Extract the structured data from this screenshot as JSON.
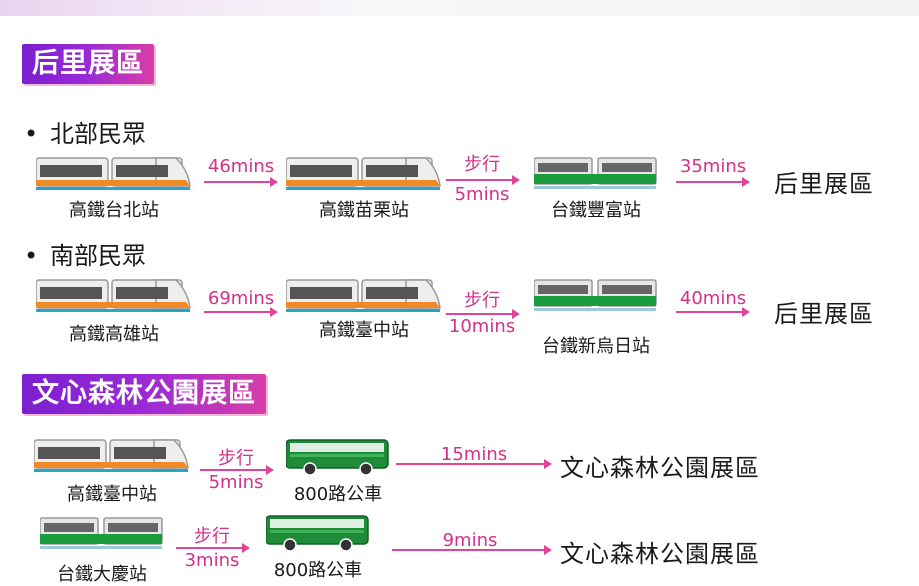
{
  "sections": {
    "houli": {
      "badge": "后里展區",
      "north": {
        "bullet": "北部民眾",
        "from": "高鐵台北站",
        "leg1": "46mins",
        "via": "高鐵苗栗站",
        "walk_label": "步行",
        "walk_time": "5mins",
        "tra": "台鐵豐富站",
        "leg2": "35mins",
        "dest": "后里展區"
      },
      "south": {
        "bullet": "南部民眾",
        "from": "高鐵高雄站",
        "leg1": "69mins",
        "via": "高鐵臺中站",
        "walk_label": "步行",
        "walk_time": "10mins",
        "tra": "台鐵新烏日站",
        "leg2": "40mins",
        "dest": "后里展區"
      }
    },
    "wenxin": {
      "badge": "文心森林公園展區",
      "route1": {
        "from": "高鐵臺中站",
        "walk_label": "步行",
        "walk_time": "5mins",
        "bus": "800路公車",
        "leg": "15mins",
        "dest": "文心森林公園展區"
      },
      "route2": {
        "from": "台鐵大慶站",
        "walk_label": "步行",
        "walk_time": "3mins",
        "bus": "800路公車",
        "leg": "9mins",
        "dest": "文心森林公園展區"
      }
    }
  },
  "icons": {
    "hsr": "high-speed-train-icon",
    "tra": "local-train-icon",
    "bus": "bus-icon",
    "arrow": "right-arrow-icon"
  },
  "colors": {
    "badge_start": "#7b1fd0",
    "badge_end": "#d93ea8",
    "arrow": "#e0439a",
    "hsr_stripe": "#f08a24",
    "tra_green": "#1a9b3c",
    "bus_green": "#1f8a3a"
  }
}
